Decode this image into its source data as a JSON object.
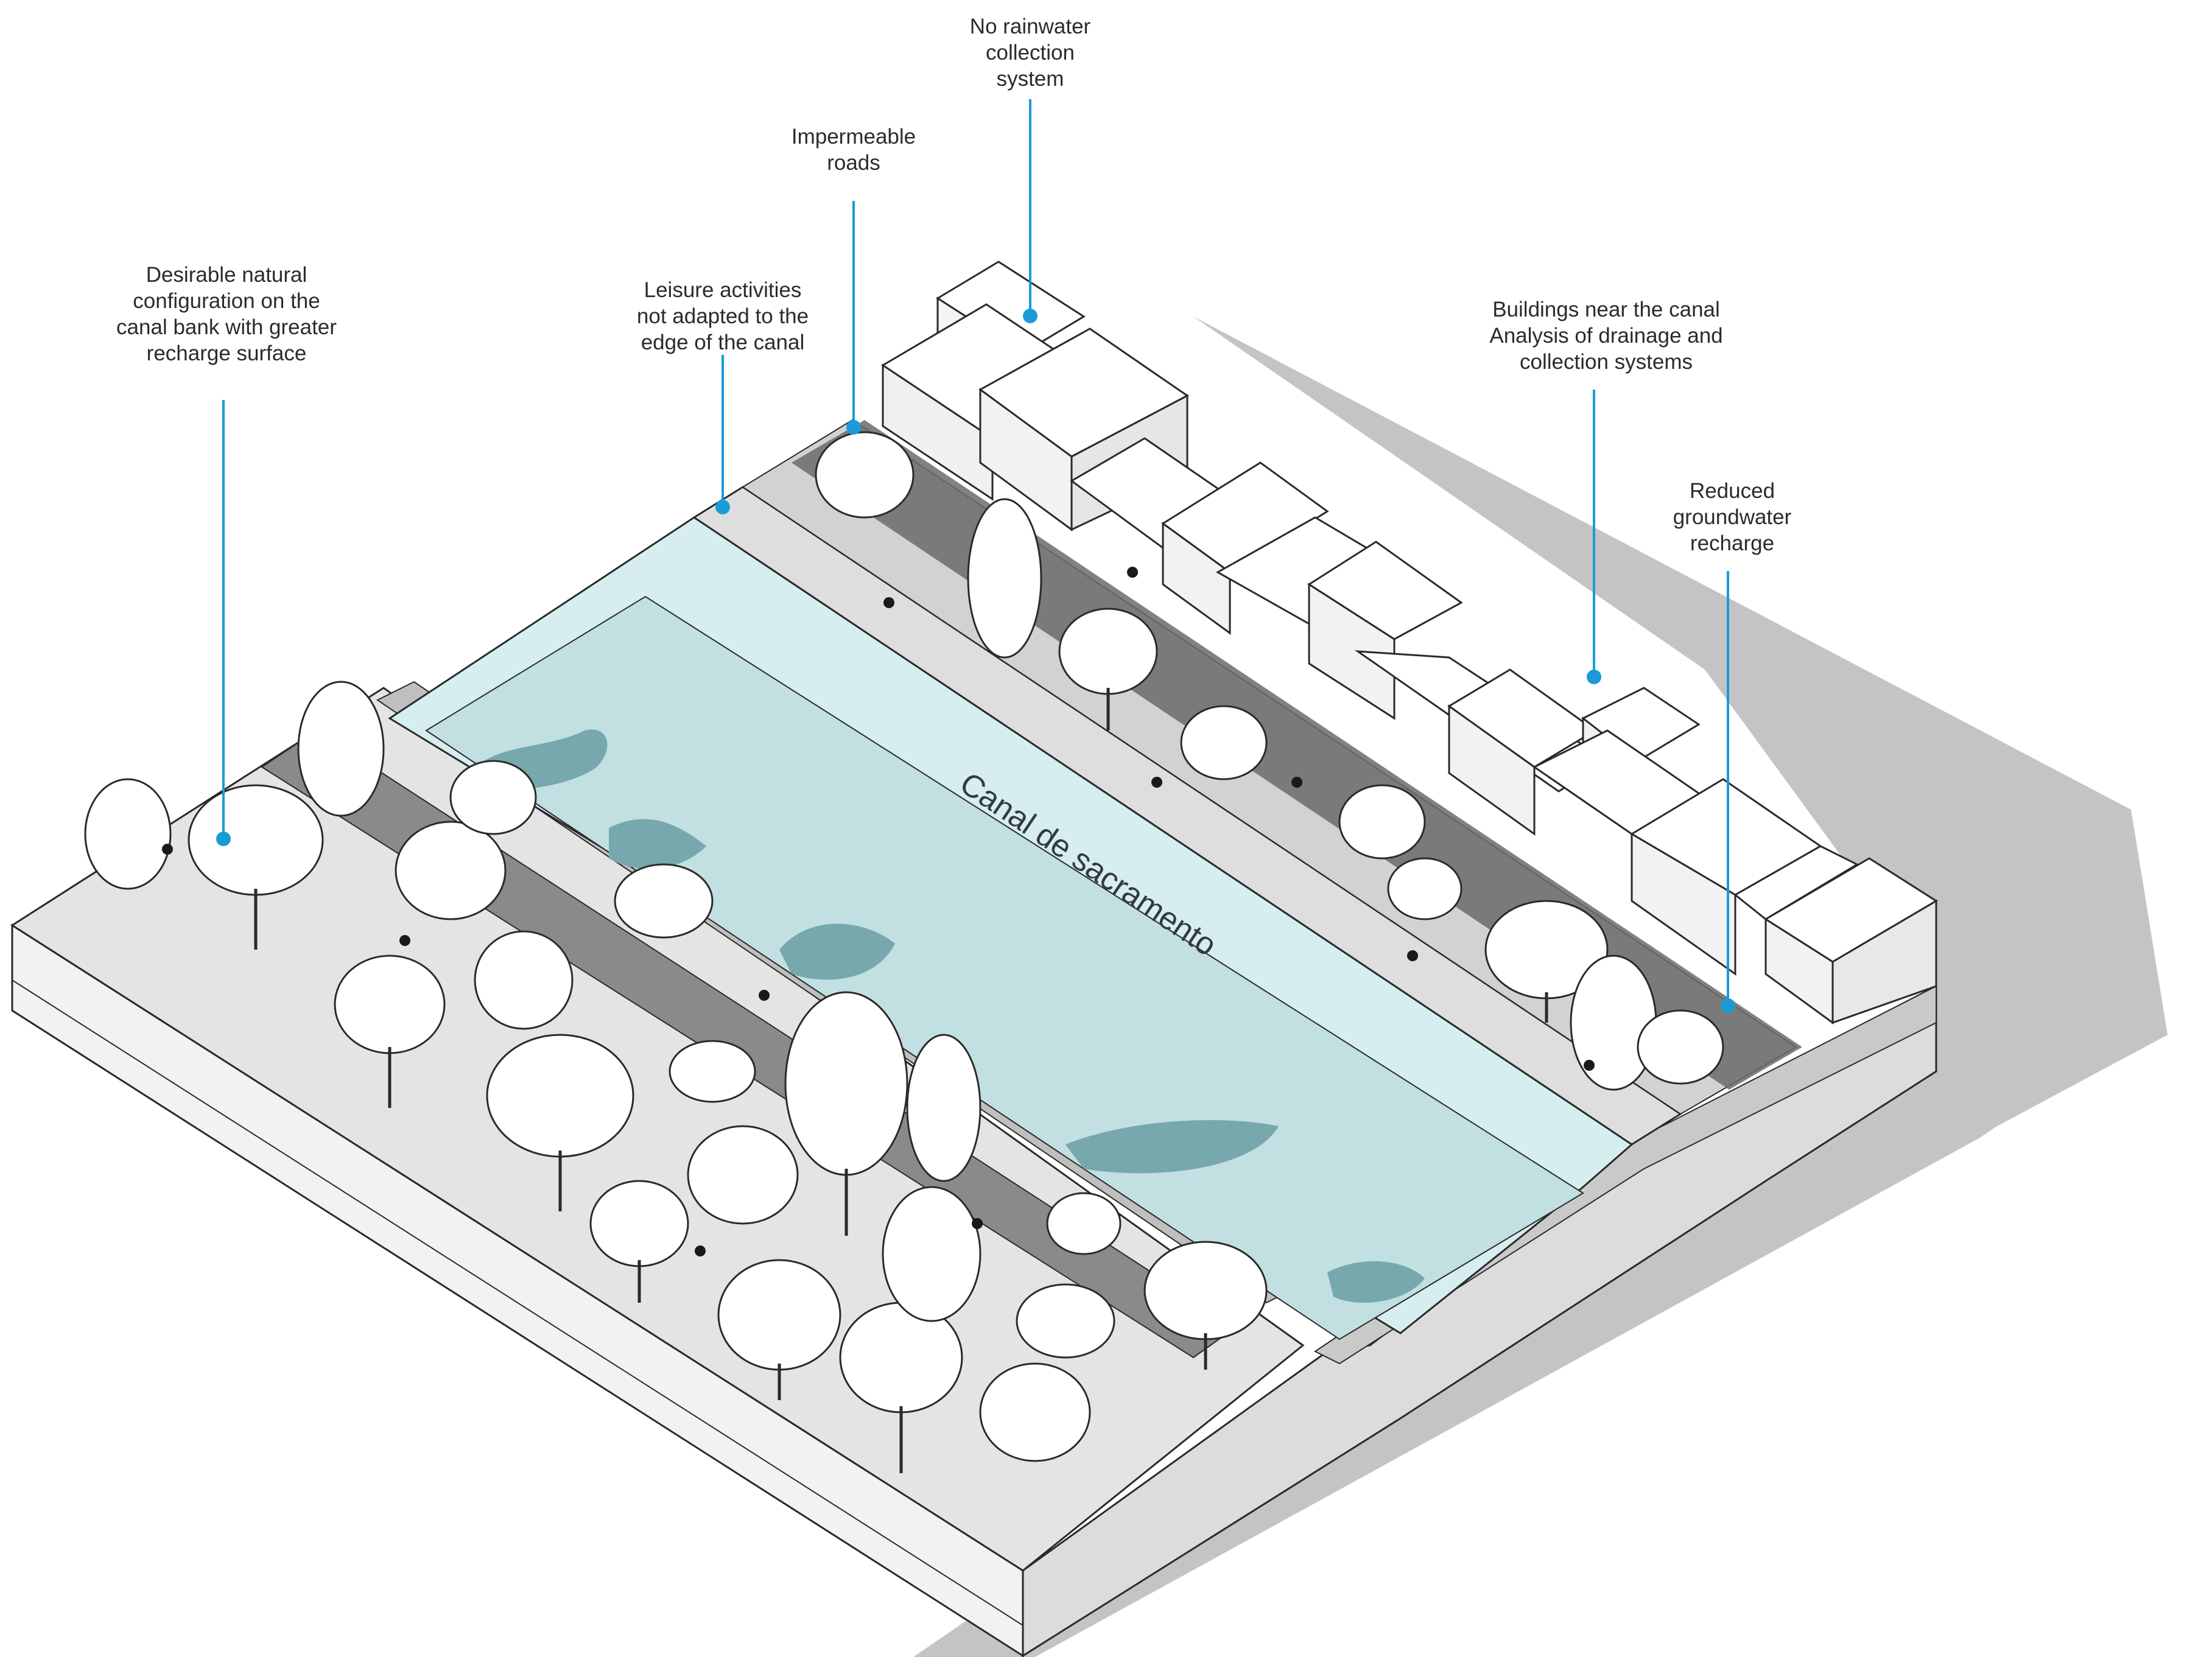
{
  "colors": {
    "accent": "#1a9bd7",
    "water_light": "#d7eef1",
    "water_mid": "#c2dfe2",
    "water_shadow": "#77a8ad",
    "ground": "#e2e2e2",
    "shadow": "#bdbdbd",
    "road_dark": "#6b6b6b",
    "line": "#2a2a2a"
  },
  "canal": {
    "label": "Canal de sacramento"
  },
  "annotations": [
    {
      "id": "no-rainwater-collection",
      "lines": [
        "No rainwater",
        "collection",
        "system"
      ]
    },
    {
      "id": "impermeable-roads",
      "lines": [
        "Impermeable",
        "roads"
      ]
    },
    {
      "id": "desirable-natural-configuration",
      "lines": [
        "Desirable natural",
        "configuration on the",
        "canal bank with greater",
        "recharge surface"
      ]
    },
    {
      "id": "leisure-activities",
      "lines": [
        "Leisure activities",
        "not adapted to the",
        "edge of the canal"
      ]
    },
    {
      "id": "buildings-near-canal",
      "lines": [
        "Buildings near the canal",
        "Analysis of drainage and",
        "collection systems"
      ]
    },
    {
      "id": "reduced-groundwater-recharge",
      "lines": [
        "Reduced",
        "groundwater",
        "recharge"
      ]
    }
  ]
}
